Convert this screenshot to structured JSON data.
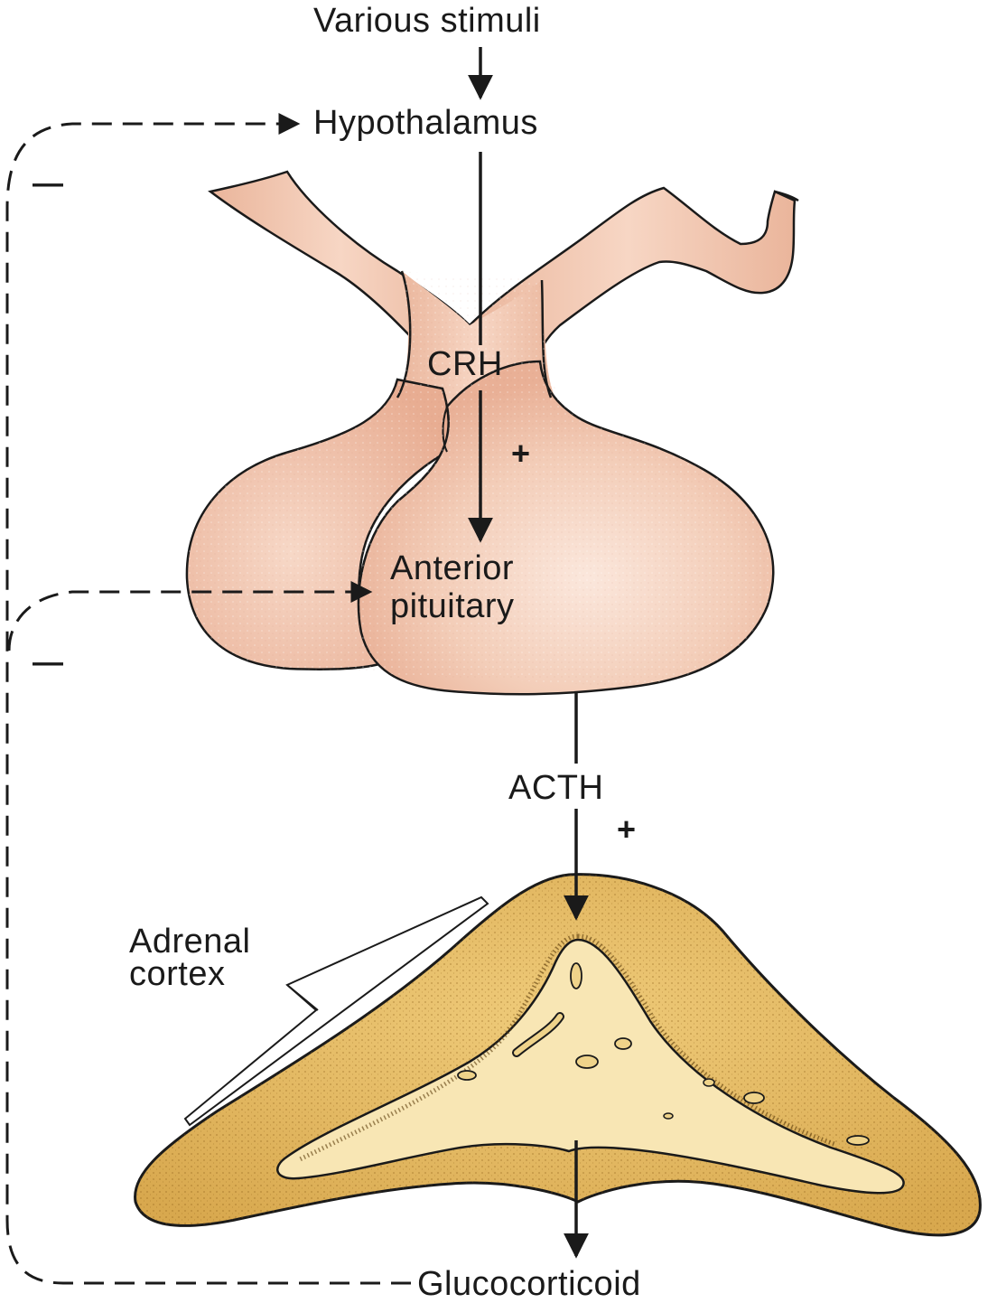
{
  "labels": {
    "stimuli": "Various stimuli",
    "hypothalamus": "Hypothalamus",
    "crh": "CRH",
    "anterior": "Anterior",
    "pituitary": "pituitary",
    "acth": "ACTH",
    "adrenal": "Adrenal",
    "cortex": "cortex",
    "glucocorticoid": "Glucocorticoid"
  },
  "signs": {
    "plus": "+",
    "minus": "—"
  },
  "colors": {
    "pituitary_fill": "#f0c1a8",
    "pituitary_highlight": "#fbe7dc",
    "adrenal_cortex": "#e2b962",
    "adrenal_medulla": "#f8e6b4",
    "ink": "#1a1a1a"
  }
}
